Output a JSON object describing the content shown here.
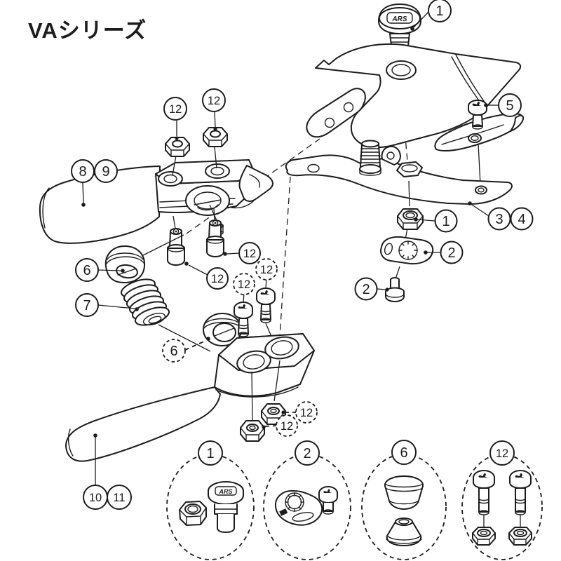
{
  "title": "VAシリーズ",
  "brand_mark": "ARS",
  "callouts": [
    {
      "label": "1"
    },
    {
      "label": "12"
    },
    {
      "label": "12"
    },
    {
      "label": "5"
    },
    {
      "label": "8"
    },
    {
      "label": "9"
    },
    {
      "label": "3"
    },
    {
      "label": "4"
    },
    {
      "label": "1"
    },
    {
      "label": "2"
    },
    {
      "label": "2"
    },
    {
      "label": "6"
    },
    {
      "label": "12"
    },
    {
      "label": "12"
    },
    {
      "label": "12"
    },
    {
      "label": "12"
    },
    {
      "label": "7"
    },
    {
      "label": "6"
    },
    {
      "label": "12"
    },
    {
      "label": "12"
    },
    {
      "label": "10"
    },
    {
      "label": "11"
    }
  ],
  "detail_groups": [
    {
      "label": "1"
    },
    {
      "label": "2"
    },
    {
      "label": "6"
    },
    {
      "label": "12"
    }
  ],
  "colors": {
    "line": "#1c1c1c",
    "background": "#ffffff"
  }
}
